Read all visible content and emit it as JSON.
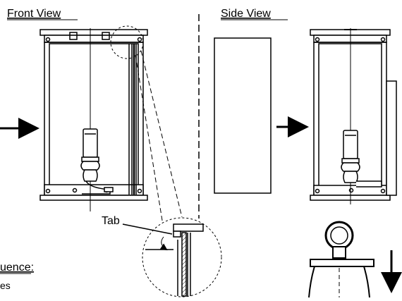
{
  "labels": {
    "front_view": "Front View",
    "side_view": "Side View",
    "tab": "Tab",
    "sequence_partial": "uence:",
    "sequence_line2_partial": "es"
  },
  "colors": {
    "line": "#000000",
    "background": "#ffffff"
  }
}
